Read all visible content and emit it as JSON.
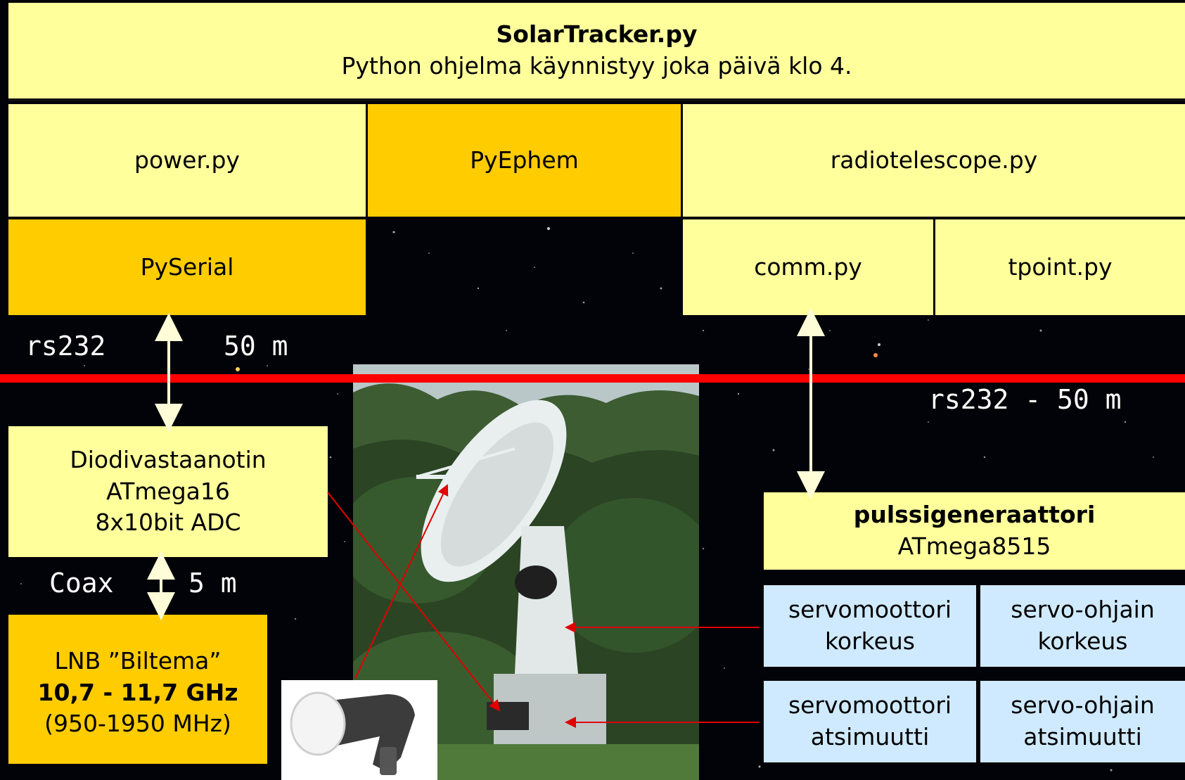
{
  "top": {
    "title": "SolarTracker.py",
    "subtitle": "Python ohjelma käynnistyy joka päivä klo 4."
  },
  "modules": {
    "power": "power.py",
    "pyephem": "PyEphem",
    "radiotelescope": "radiotelescope.py",
    "pyserial": "PySerial",
    "comm": "comm.py",
    "tpoint": "tpoint.py"
  },
  "links": {
    "left_rs232": "rs232",
    "left_distance": "50 m",
    "right_rs232": "rs232 - 50 m",
    "coax": "Coax",
    "coax_distance": "5 m"
  },
  "receiver": {
    "line1": "Diodivastaanotin",
    "line2": "ATmega16",
    "line3": "8x10bit ADC"
  },
  "lnb": {
    "line1": "LNB ”Biltema”",
    "line2": "10,7 - 11,7 GHz",
    "line3": "(950-1950 MHz)"
  },
  "pulse": {
    "title": "pulssigeneraattori",
    "subtitle": "ATmega8515"
  },
  "servos": {
    "motor_alt": [
      "servomoottori",
      "korkeus"
    ],
    "driver_alt": [
      "servo-ohjain",
      "korkeus"
    ],
    "motor_az": [
      "servomoottori",
      "atsimuutti"
    ],
    "driver_az": [
      "servo-ohjain",
      "atsimuutti"
    ]
  },
  "colors": {
    "background": "#000000",
    "module": "#ffff9c",
    "library": "#ffcc00",
    "servo": "#cfeaff",
    "divider": "#ff0000",
    "pointer": "#e00000"
  }
}
